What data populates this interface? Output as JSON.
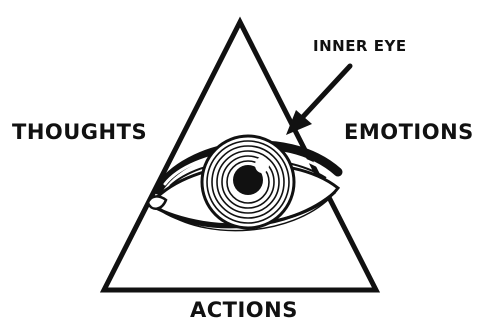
{
  "labels": {
    "top_right_callout": "INNER EYE",
    "left": "THOUGHTS",
    "right": "EMOTIONS",
    "bottom": "ACTIONS"
  },
  "colors": {
    "ink": "#111111",
    "background": "#ffffff"
  },
  "icons": {
    "center": "eye-icon",
    "pointer": "arrow-icon"
  }
}
